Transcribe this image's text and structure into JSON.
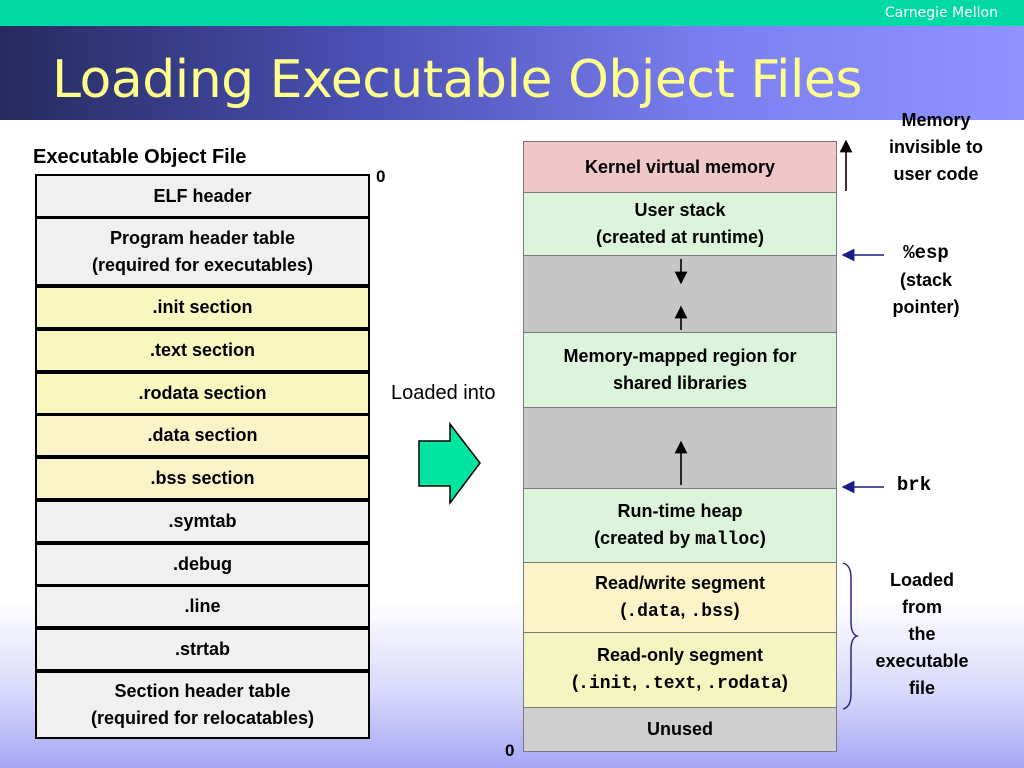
{
  "header": {
    "brand": "Carnegie Mellon",
    "title": "Loading Executable Object Files"
  },
  "left": {
    "heading": "Executable Object File",
    "zero_label": "0",
    "sections": [
      {
        "line1": "ELF header",
        "line2": ""
      },
      {
        "line1": "Program header table",
        "line2": "(required for executables)"
      },
      {
        "line1": ".init section",
        "line2": ""
      },
      {
        "line1": ".text section",
        "line2": ""
      },
      {
        "line1": ".rodata section",
        "line2": ""
      },
      {
        "line1": ".data section",
        "line2": ""
      },
      {
        "line1": ".bss section",
        "line2": ""
      },
      {
        "line1": ".symtab",
        "line2": ""
      },
      {
        "line1": ".debug",
        "line2": ""
      },
      {
        "line1": ".line",
        "line2": ""
      },
      {
        "line1": ".strtab",
        "line2": ""
      },
      {
        "line1": "Section header table",
        "line2": "(required for relocatables)"
      }
    ]
  },
  "middle": {
    "loaded_into": "Loaded into"
  },
  "memory": {
    "bottom_zero": "0",
    "kernel": "Kernel virtual memory",
    "user_stack_1": "User stack",
    "user_stack_2": "(created at runtime)",
    "mmap_1": "Memory-mapped region for",
    "mmap_2": "shared libraries",
    "heap_1": "Run-time heap",
    "heap_2_prefix": "(created by ",
    "heap_2_code": "malloc",
    "heap_2_suffix": ")",
    "rw_1": "Read/write segment",
    "rw_2_open": "(",
    "rw_2_code1": ".data",
    "rw_2_sep": ", ",
    "rw_2_code2": ".bss",
    "rw_2_close": ")",
    "ro_1": "Read-only segment",
    "ro_2_open": "(",
    "ro_2_code1": ".init",
    "ro_2_sep1": ", ",
    "ro_2_code2": ".text",
    "ro_2_sep2": ", ",
    "ro_2_code3": ".rodata",
    "ro_2_close": ")",
    "unused": "Unused"
  },
  "annotations": {
    "invisible_1": "Memory",
    "invisible_2": "invisible to",
    "invisible_3": "user code",
    "esp_code": "%esp",
    "esp_2": "(stack",
    "esp_3": "pointer)",
    "brk_code": "brk",
    "loaded_1": "Loaded",
    "loaded_2": "from",
    "loaded_3": "the",
    "loaded_4": "executable",
    "loaded_5": "file"
  },
  "colors": {
    "topbar": "#00d9a3",
    "title_text": "#ffff8c",
    "arrow_fill": "#00e6a0",
    "pointer_arrow": "#1a1a8c"
  }
}
